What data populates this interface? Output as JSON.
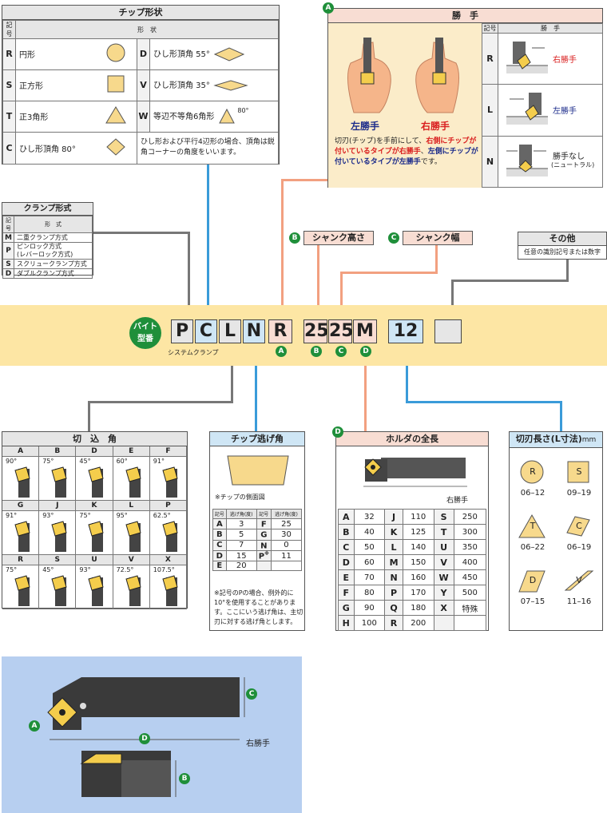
{
  "chip_shape": {
    "title": "チップ形状",
    "h_code": "記号",
    "h_shape": "形　状",
    "rows": [
      {
        "k1": "R",
        "n1": "円形",
        "k2": "D",
        "n2": "ひし形頂角 55°"
      },
      {
        "k1": "S",
        "n1": "正方形",
        "k2": "V",
        "n2": "ひし形頂角 35°"
      },
      {
        "k1": "T",
        "n1": "正3角形",
        "k2": "W",
        "n2": "等辺不等角6角形",
        "angle": "80°"
      },
      {
        "k1": "C",
        "n1": "ひし形頂角 80°",
        "note": "ひし形および平行4辺形の場合、頂角は鋭角コーナーの角度をいいます。"
      }
    ]
  },
  "hand": {
    "badge": "A",
    "title": "勝　手",
    "left_label": "左勝手",
    "right_label": "右勝手",
    "desc_a": "切刃(チップ)を手前にして、",
    "desc_b": "右側にチップが付いているタイプが右勝手",
    "desc_c": "、",
    "desc_d": "左側にチップが付いているタイプが左勝手",
    "desc_e": "です。",
    "h_code": "記号",
    "h_hand": "勝　手",
    "rows": [
      {
        "k": "R",
        "label": "右勝手"
      },
      {
        "k": "L",
        "label": "左勝手"
      },
      {
        "k": "N",
        "label": "勝手なし",
        "sub": "(ニュートラル)"
      }
    ]
  },
  "clamp": {
    "title": "クランプ形式",
    "h_code": "記号",
    "h_type": "形　式",
    "rows": [
      {
        "k": "M",
        "v": "二重クランプ方式"
      },
      {
        "k": "P",
        "v": "ピンロック方式",
        "v2": "(レバーロック方式)"
      },
      {
        "k": "S",
        "v": "スクリュークランプ方式"
      },
      {
        "k": "D",
        "v": "ダブルクランプ方式"
      }
    ]
  },
  "shank_height": {
    "badge": "B",
    "label": "シャンク高さ"
  },
  "shank_width": {
    "badge": "C",
    "label": "シャンク幅"
  },
  "other": {
    "title": "その他",
    "desc": "任意の識別記号または数字"
  },
  "code": {
    "tag1": "バイト",
    "tag2": "型番",
    "sub": "システムクランプ",
    "c1": "P",
    "c2": "C",
    "c3": "L",
    "c4": "N",
    "c5": "R",
    "c6": "25",
    "c7": "25",
    "c8": "M",
    "c9": "12",
    "b1": "A",
    "b2": "B",
    "b3": "C",
    "b4": "D"
  },
  "cut_angle": {
    "title": "切　込　角",
    "cells": [
      {
        "k": "A",
        "a": "90°"
      },
      {
        "k": "B",
        "a": "75°"
      },
      {
        "k": "D",
        "a": "45°"
      },
      {
        "k": "E",
        "a": "60°"
      },
      {
        "k": "F",
        "a": "91°"
      },
      {
        "k": "G",
        "a": "91°"
      },
      {
        "k": "J",
        "a": "93°"
      },
      {
        "k": "K",
        "a": "75°"
      },
      {
        "k": "L",
        "a": "95°"
      },
      {
        "k": "P",
        "a": "62.5°"
      },
      {
        "k": "R",
        "a": "75°"
      },
      {
        "k": "S",
        "a": "45°"
      },
      {
        "k": "U",
        "a": "93°"
      },
      {
        "k": "V",
        "a": "72.5°"
      },
      {
        "k": "X",
        "a": "107.5°"
      }
    ]
  },
  "relief": {
    "title": "チップ逃げ角",
    "caption": "※チップの側面図",
    "h1": "記号",
    "h2": "逃げ角(度)",
    "h3": "記号",
    "h4": "逃げ角(度)",
    "rows": [
      {
        "k1": "A",
        "v1": "3",
        "k2": "F",
        "v2": "25"
      },
      {
        "k1": "B",
        "v1": "5",
        "k2": "G",
        "v2": "30"
      },
      {
        "k1": "C",
        "v1": "7",
        "k2": "N",
        "v2": "0"
      },
      {
        "k1": "D",
        "v1": "15",
        "k2": "P",
        "star": "※",
        "v2": "11"
      },
      {
        "k1": "E",
        "v1": "20",
        "k2": "",
        "v2": ""
      }
    ],
    "note": "※記号のPの場合、例外的に10°を使用することがあります。ここにいう逃げ角は、主切刃に対する逃げ角とします。"
  },
  "length": {
    "badge": "D",
    "title": "ホルダの全長",
    "caption": "右勝手",
    "rows": [
      {
        "a": "A",
        "b": "32",
        "c": "J",
        "d": "110",
        "e": "S",
        "f": "250"
      },
      {
        "a": "B",
        "b": "40",
        "c": "K",
        "d": "125",
        "e": "T",
        "f": "300"
      },
      {
        "a": "C",
        "b": "50",
        "c": "L",
        "d": "140",
        "e": "U",
        "f": "350"
      },
      {
        "a": "D",
        "b": "60",
        "c": "M",
        "d": "150",
        "e": "V",
        "f": "400"
      },
      {
        "a": "E",
        "b": "70",
        "c": "N",
        "d": "160",
        "e": "W",
        "f": "450"
      },
      {
        "a": "F",
        "b": "80",
        "c": "P",
        "d": "170",
        "e": "Y",
        "f": "500"
      },
      {
        "a": "G",
        "b": "90",
        "c": "Q",
        "d": "180",
        "e": "X",
        "f": "特殊"
      },
      {
        "a": "H",
        "b": "100",
        "c": "R",
        "d": "200",
        "e": "",
        "f": ""
      }
    ]
  },
  "edge_len": {
    "title": "切刃長さ(L寸法)",
    "unit": "mm",
    "items": [
      {
        "k": "R",
        "r": "06–12"
      },
      {
        "k": "S",
        "r": "09–19"
      },
      {
        "k": "T",
        "r": "06–22"
      },
      {
        "k": "C",
        "r": "06–19"
      },
      {
        "k": "D",
        "r": "07–15"
      },
      {
        "k": "V",
        "r": "11–16"
      }
    ]
  },
  "diagram": {
    "a": "A",
    "c": "C",
    "d": "D",
    "b": "B",
    "caption": "右勝手"
  }
}
